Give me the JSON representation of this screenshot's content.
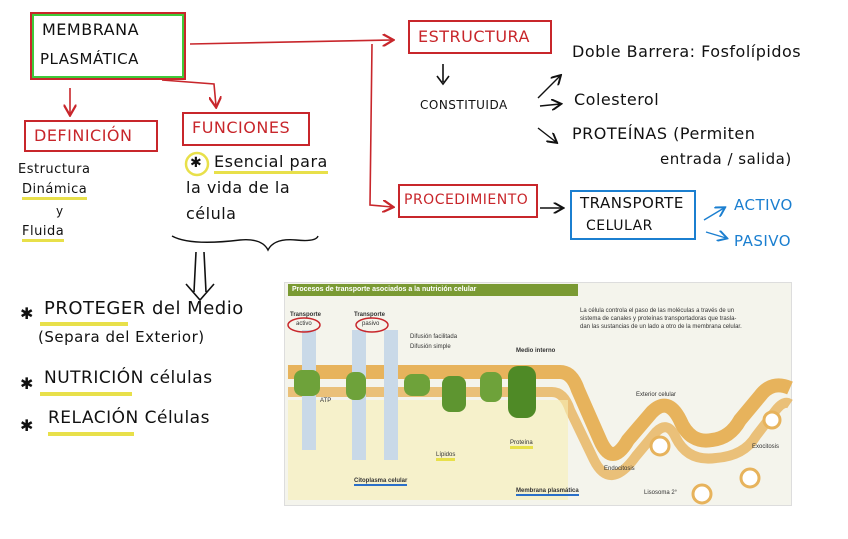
{
  "title": {
    "line1": "MEMBRANA",
    "line2": "PLASMÁTICA"
  },
  "definicion": {
    "label": "DEFINICIÓN",
    "lines": [
      "Estructura",
      "Dinámica",
      "y",
      "Fluida"
    ]
  },
  "funciones": {
    "label": "FUNCIONES",
    "star": "✱",
    "lines": [
      "Esencial para",
      "la vida de la",
      "célula"
    ]
  },
  "functions_list": [
    {
      "bullet": "✱",
      "text": "PROTEGER del Medio",
      "sub": "(Separa del Exterior)"
    },
    {
      "bullet": "✱",
      "text": "NUTRICIÓN células"
    },
    {
      "bullet": "✱",
      "text": "RELACIÓN Células"
    }
  ],
  "estructura": {
    "label": "ESTRUCTURA",
    "constituida": "CONSTITUIDA",
    "items": [
      "Doble Barrera: Fosfolípidos",
      "Colesterol",
      "PROTEÍNAS (Permiten",
      "entrada / salida)"
    ]
  },
  "procedimiento": {
    "label": "PROCEDIMIENTO",
    "transporte": [
      "TRANSPORTE",
      "CELULAR"
    ],
    "types": [
      "ACTIVO",
      "PASIVO"
    ]
  },
  "figure": {
    "header": "Procesos de transporte asociados a la nutrición celular",
    "description": [
      "La célula controla el paso de las moléculas a través de un",
      "sistema de canales y proteínas transportadoras que trasla-",
      "dan las sustancias de un lado a otro de la membrana celular."
    ],
    "labels": {
      "transporte_activo": [
        "Transporte",
        "activo"
      ],
      "transporte_pasivo": [
        "Transporte",
        "pasivo"
      ],
      "difusion_facilitada": "Difusión facilitada",
      "difusion_simple": "Difusión simple",
      "medio_interno": "Medio interno",
      "exterior_celular": "Exterior celular",
      "atp": "ATP",
      "lipidos": "Lípidos",
      "proteina": "Proteína",
      "endocitosis": "Endocitosis",
      "exocitosis": "Exocitosis",
      "citoplasma": "Citoplasma celular",
      "membrana": "Membrana plasmática",
      "lisosoma": "Lisosoma 2°"
    }
  },
  "colors": {
    "red": "#c8262b",
    "green": "#3ec93a",
    "blue": "#1b7fd0",
    "yellow": "#e8e04a",
    "figure_header": "#7a9a33"
  }
}
